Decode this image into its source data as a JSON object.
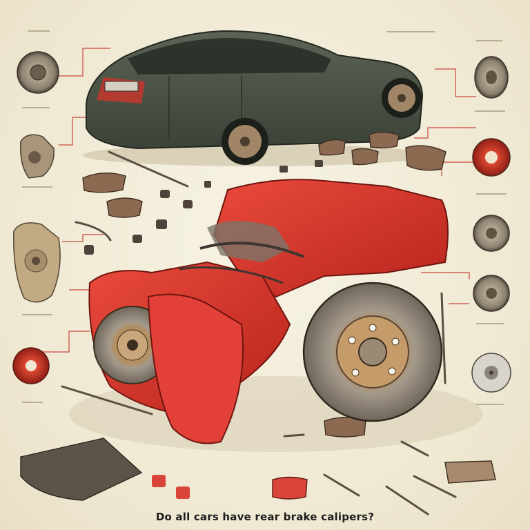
{
  "caption": "Do all cars have rear brake calipers?",
  "colors": {
    "background": "#f4efdc",
    "caliper_red": "#d8342b",
    "car_body": "#4b5347",
    "rotor_metal": "#9d9283",
    "leader_line": "#c8473d"
  },
  "icons": [
    "sedan-car",
    "brake-caliper",
    "brake-rotor",
    "brake-pad",
    "brake-line",
    "bolt"
  ]
}
